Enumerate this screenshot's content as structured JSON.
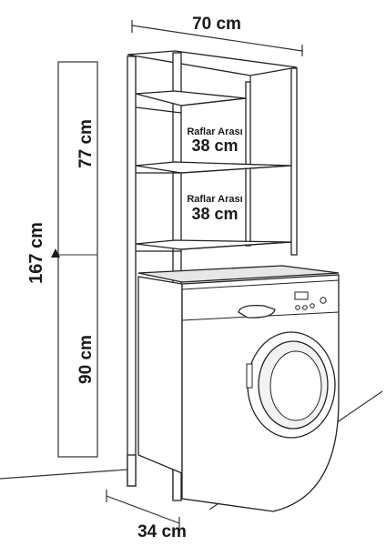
{
  "dimensions": {
    "width": "70 cm",
    "depth": "34 cm",
    "total_height": "167 cm",
    "upper_height": "77 cm",
    "lower_height": "90 cm"
  },
  "shelf_gaps": [
    {
      "label": "Raflar Arası",
      "value": "38 cm"
    },
    {
      "label": "Raflar Arası",
      "value": "38 cm"
    }
  ]
}
